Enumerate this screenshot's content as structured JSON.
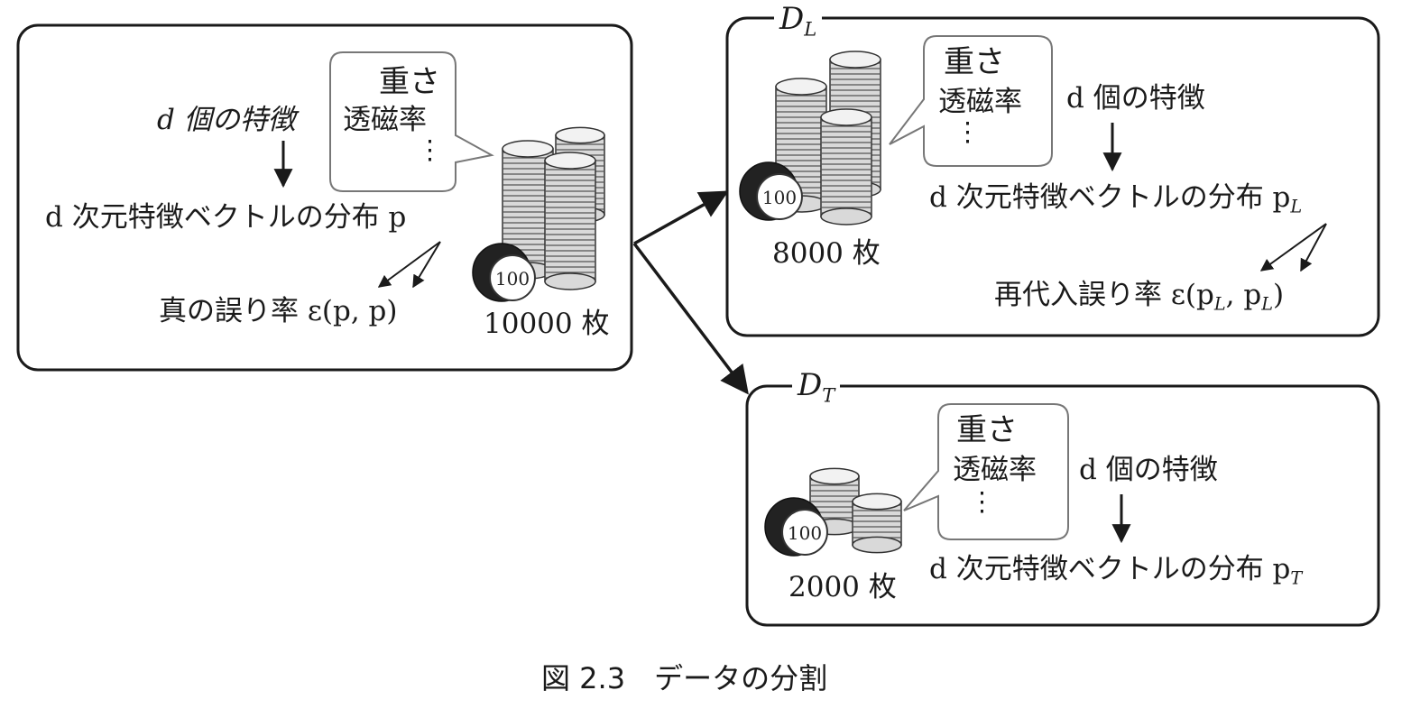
{
  "full": {
    "features_label": "d 個の特徴",
    "vector_label": "d 次元特徴ベクトルの分布 p",
    "error_label": "真の誤り率 ε(p, p)",
    "count_label": "10000 枚",
    "bubble": {
      "line1": "重さ",
      "line2": "透磁率",
      "dots": "⋮"
    },
    "coin_face": "100"
  },
  "learn": {
    "set_label": "D",
    "set_sub": "L",
    "features_label": "d 個の特徴",
    "vector_label": "d 次元特徴ベクトルの分布 p",
    "vector_sub": "L",
    "error_label": "再代入誤り率 ε(p",
    "error_sub1": "L",
    "error_mid": ", p",
    "error_sub2": "L",
    "error_end": ")",
    "count_label": "8000 枚",
    "bubble": {
      "line1": "重さ",
      "line2": "透磁率",
      "dots": "⋮"
    },
    "coin_face": "100"
  },
  "test": {
    "set_label": "D",
    "set_sub": "T",
    "features_label": "d 個の特徴",
    "vector_label": "d 次元特徴ベクトルの分布 p",
    "vector_sub": "T",
    "count_label": "2000 枚",
    "bubble": {
      "line1": "重さ",
      "line2": "透磁率",
      "dots": "⋮"
    },
    "coin_face": "100"
  },
  "caption": "図 2.3　データの分割"
}
